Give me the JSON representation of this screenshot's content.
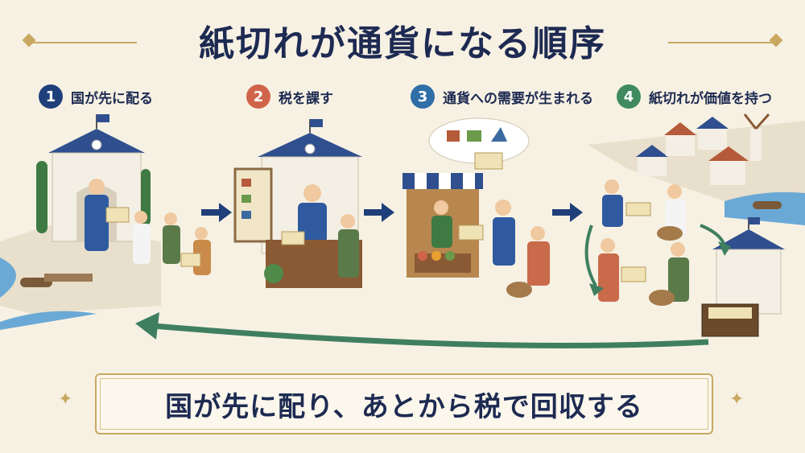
{
  "title": "紙切れが通貨になる順序",
  "steps": [
    {
      "number": "1",
      "label": "国が先に配る",
      "color": "#1f3f7a"
    },
    {
      "number": "2",
      "label": "税を課す",
      "color": "#d0644a"
    },
    {
      "number": "3",
      "label": "通貨への需要が生まれる",
      "color": "#2f6ea6"
    },
    {
      "number": "4",
      "label": "紙切れが価値を持つ",
      "color": "#3f8a5e"
    }
  ],
  "footer": "国が先に配り、あとから税で回収する",
  "colors": {
    "navy": "#1d2a52",
    "gold": "#c9a862",
    "green_arrow": "#3f7f5f",
    "roof_blue": "#2f4f8f",
    "background": "#f7f1e3"
  }
}
